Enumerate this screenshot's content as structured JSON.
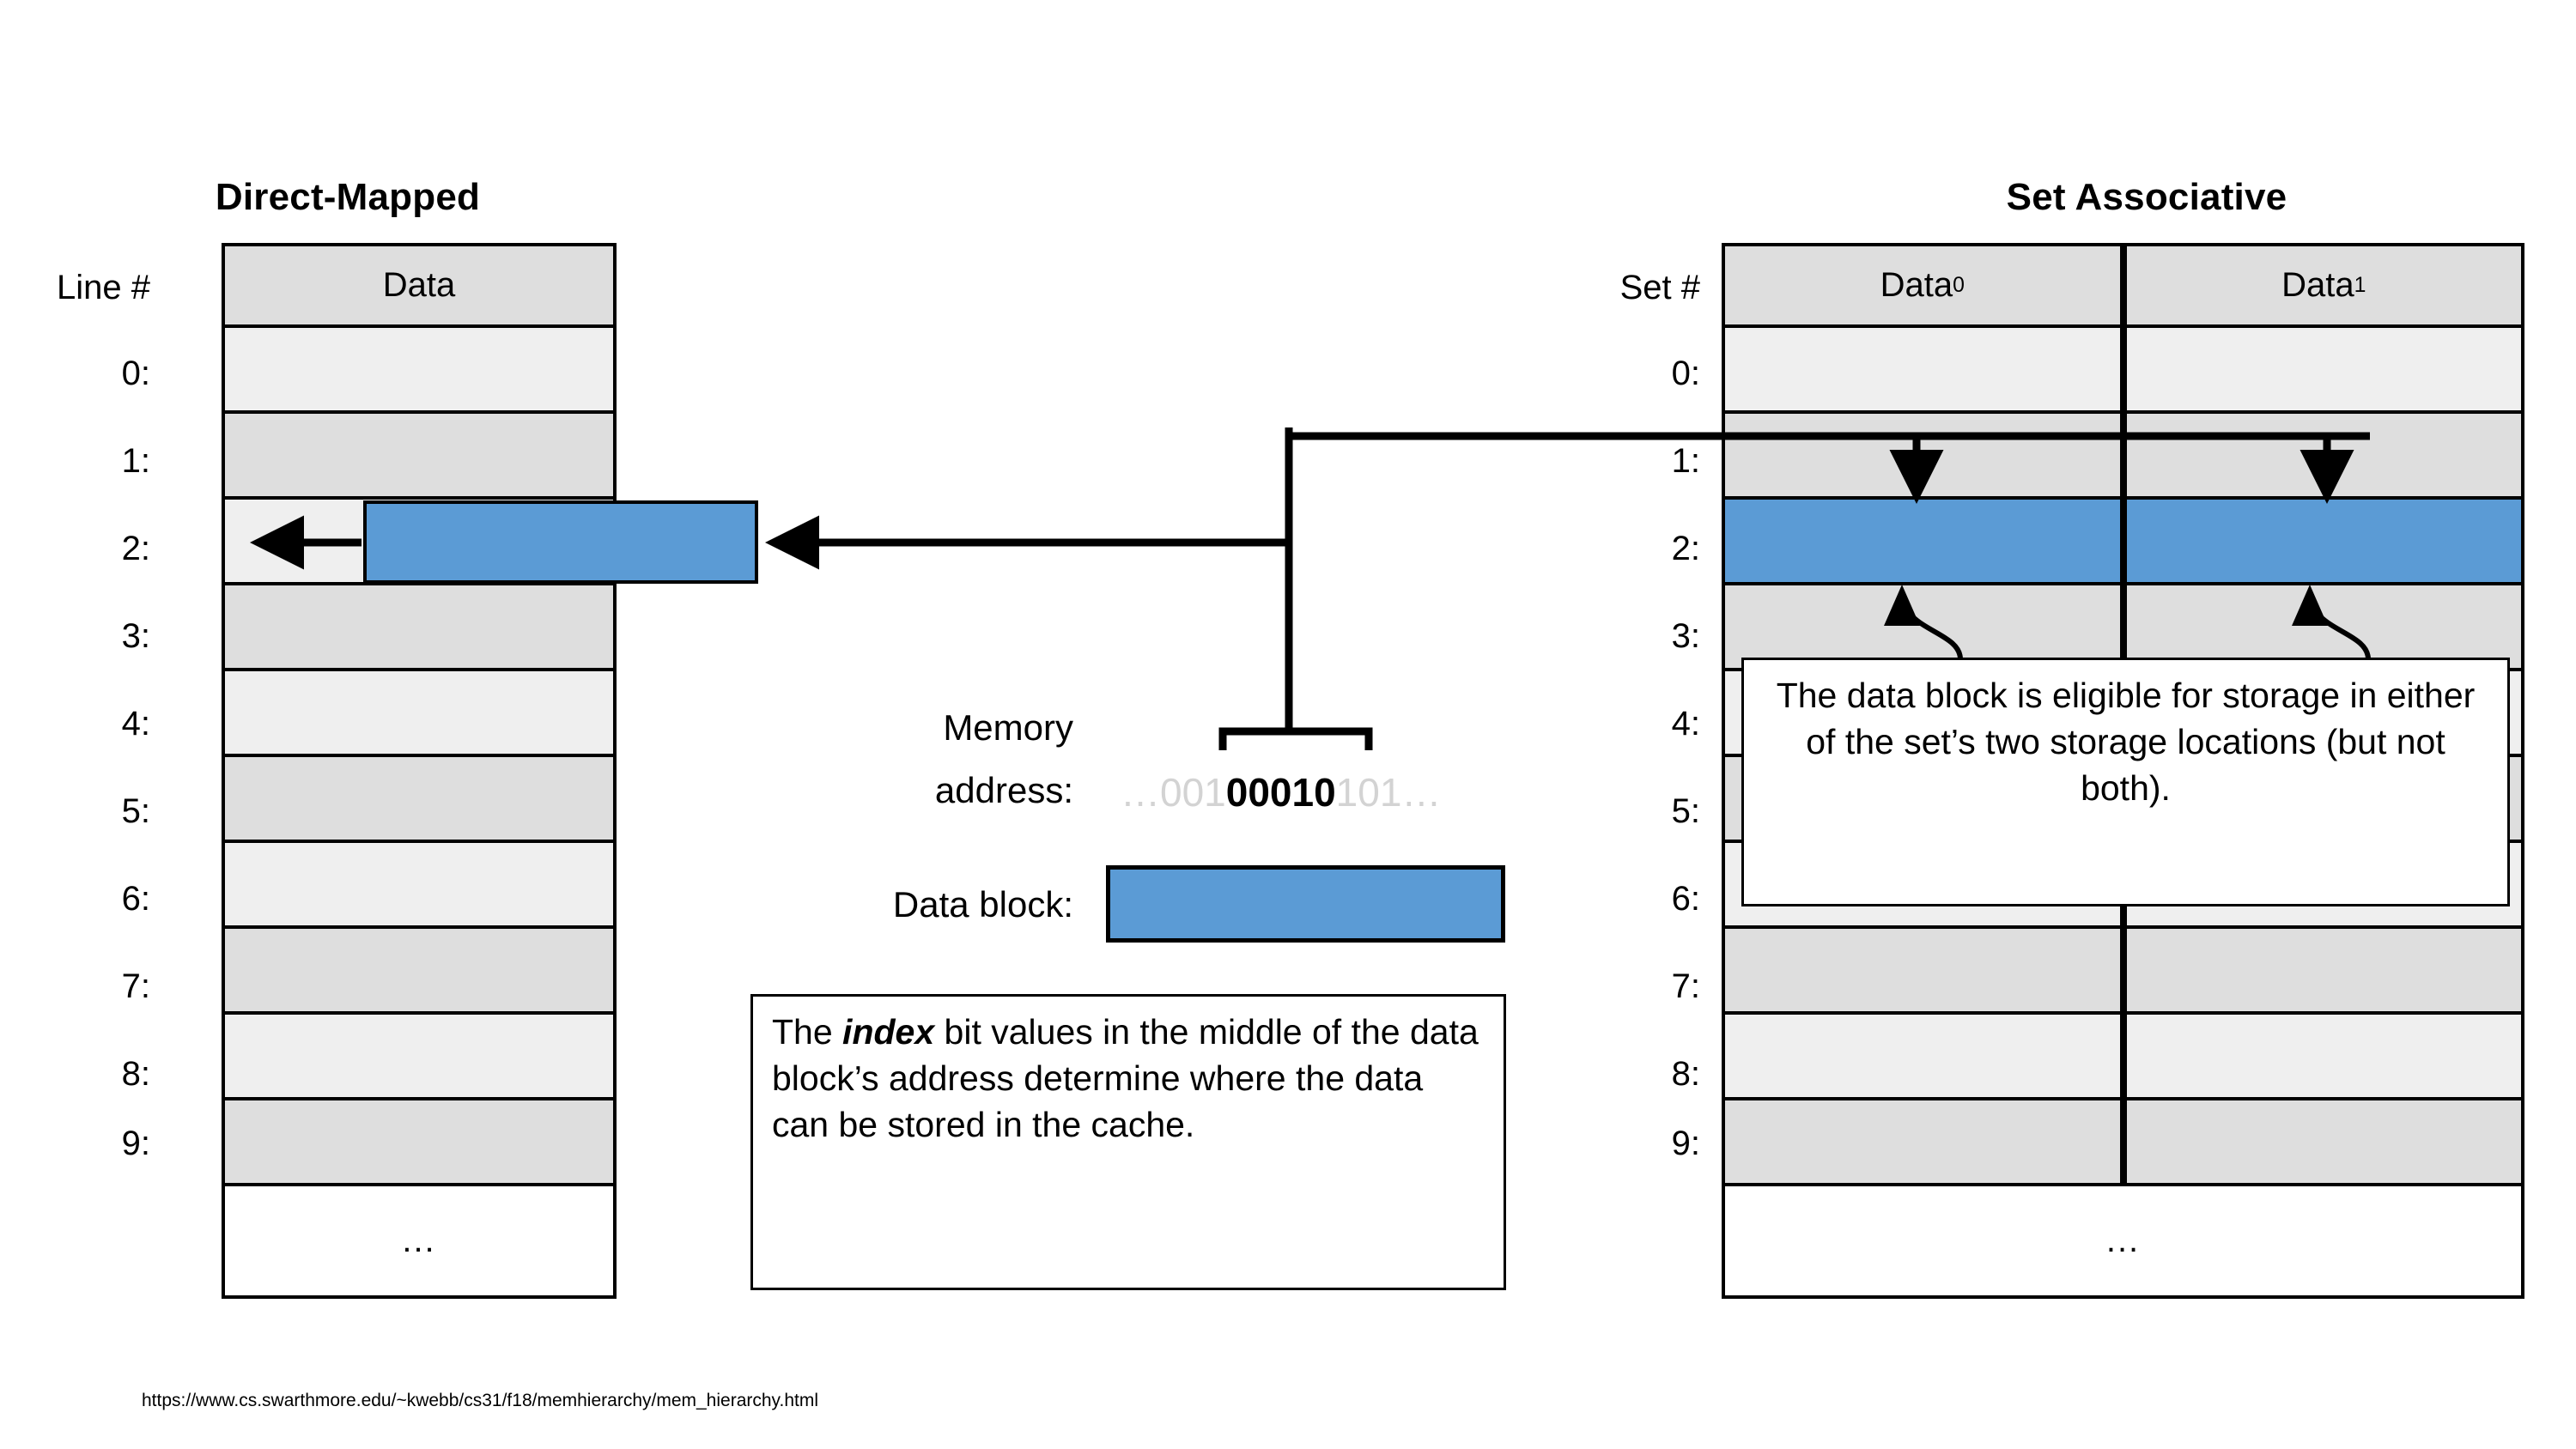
{
  "diagram": {
    "left_panel": {
      "title": "Direct-Mapped",
      "gutter_header": "Line #",
      "column_headers": [
        "Data"
      ],
      "row_labels": [
        "0:",
        "1:",
        "2:",
        "3:",
        "4:",
        "5:",
        "6:",
        "7:",
        "8:",
        "9:"
      ],
      "overflow_row": "...",
      "highlighted_row_index": 2
    },
    "right_panel": {
      "title": "Set Associative",
      "gutter_header": "Set #",
      "column_headers": [
        "Data",
        "Data"
      ],
      "column_header_subscripts": [
        "0",
        "1"
      ],
      "row_labels": [
        "0:",
        "1:",
        "2:",
        "3:",
        "4:",
        "5:",
        "6:",
        "7:",
        "8:",
        "9:"
      ],
      "overflow_row": "...",
      "highlighted_row_index": 2
    },
    "center": {
      "memory_address_label_line1": "Memory",
      "memory_address_label_line2": "address:",
      "address_prefix": "…001",
      "address_index_bits": "00010",
      "address_suffix": "101…",
      "data_block_label": "Data block:"
    },
    "callouts": {
      "left": {
        "text_before": "The ",
        "emphasis": "index",
        "text_after": " bit values in the middle of the data block’s address determine where the data can be stored in the cache."
      },
      "right": {
        "text": "The data block is eligible for storage in either of the set’s two storage locations (but not both)."
      }
    },
    "footer": {
      "url": "https://www.cs.swarthmore.edu/~kwebb/cs31/f18/memhierarchy/mem_hierarchy.html"
    },
    "colors": {
      "data_block_blue": "#5B9BD5",
      "row_shade_light": "#EFEFEF",
      "row_shade_dark": "#DEDEDE",
      "header_shade": "#DEDEDE",
      "dim_bits": "#D3D3D3",
      "stroke": "#000000",
      "background": "#FFFFFF"
    }
  }
}
